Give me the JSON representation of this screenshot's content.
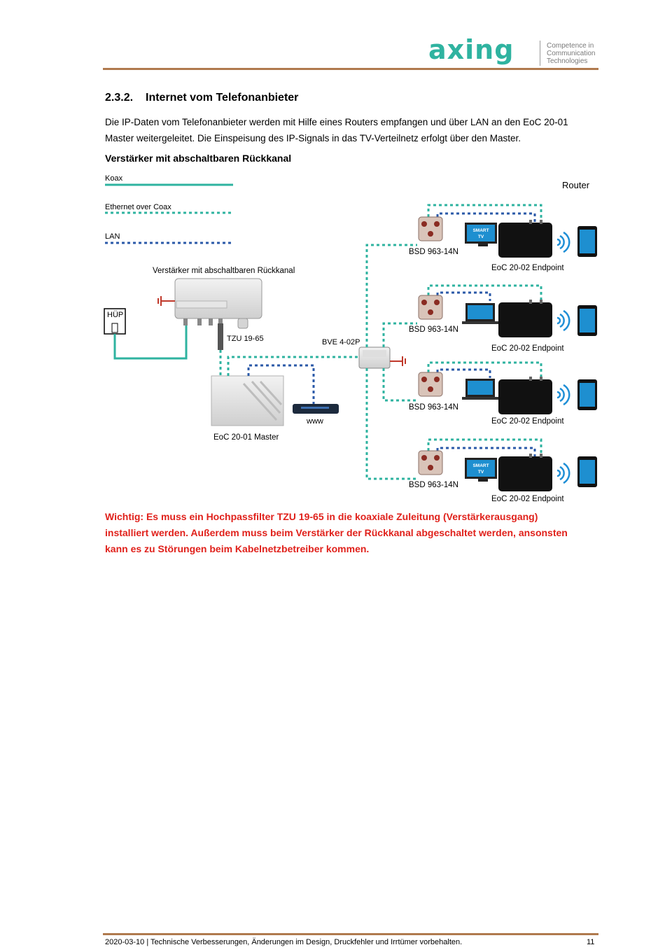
{
  "header": {
    "logo_text": "axing",
    "tagline": [
      "Competence in",
      "Communication",
      "Technologies"
    ]
  },
  "section": {
    "number": "2.3.2.",
    "title": "Internet vom Telefonanbieter",
    "paragraph_line1": "Die IP-Daten vom Telefonanbieter werden mit Hilfe eines Routers empfangen und über LAN an den EoC 20-01",
    "paragraph_line2": "Master weitergeleitet. Die Einspeisung des IP-Signals in das TV-Verteilnetz erfolgt über den Master.",
    "subheading": "Verstärker mit abschaltbaren Rückkanal"
  },
  "diagram": {
    "legend": {
      "koax": "Koax",
      "eoc": "Ethernet over Coax",
      "lan": "LAN"
    },
    "router_label": "Router",
    "amplifier_label": "Verstärker mit abschaltbaren Rückkanal",
    "hup_label": "HÜP",
    "tzu_label": "TZU 19-65",
    "bve_label": "BVE 4-02P",
    "master_label": "EoC 20-01 Master",
    "www_label": "www",
    "bsd_label": "BSD 963-14N",
    "endpoint_label": "EoC 20-02 Endpoint",
    "smart_tv_line1": "SMART",
    "smart_tv_line2": "TV",
    "colors": {
      "coax": "#2fb3a0",
      "lan": "#2b5aa8",
      "wifi": "#1f8fd6"
    }
  },
  "warning": {
    "line1": "Wichtig: Es muss ein Hochpassfilter TZU 19-65 in die koaxiale Zuleitung (Verstärkerausgang)",
    "line2": "installiert werden. Außerdem muss beim Verstärker der Rückkanal abgeschaltet werden, ansonsten",
    "line3": "kann es zu Störungen beim Kabelnetzbetreiber kommen."
  },
  "footer": {
    "text": "2020-03-10 | Technische Verbesserungen, Änderungen im Design, Druckfehler und Irrtümer vorbehalten.",
    "page": "11"
  }
}
